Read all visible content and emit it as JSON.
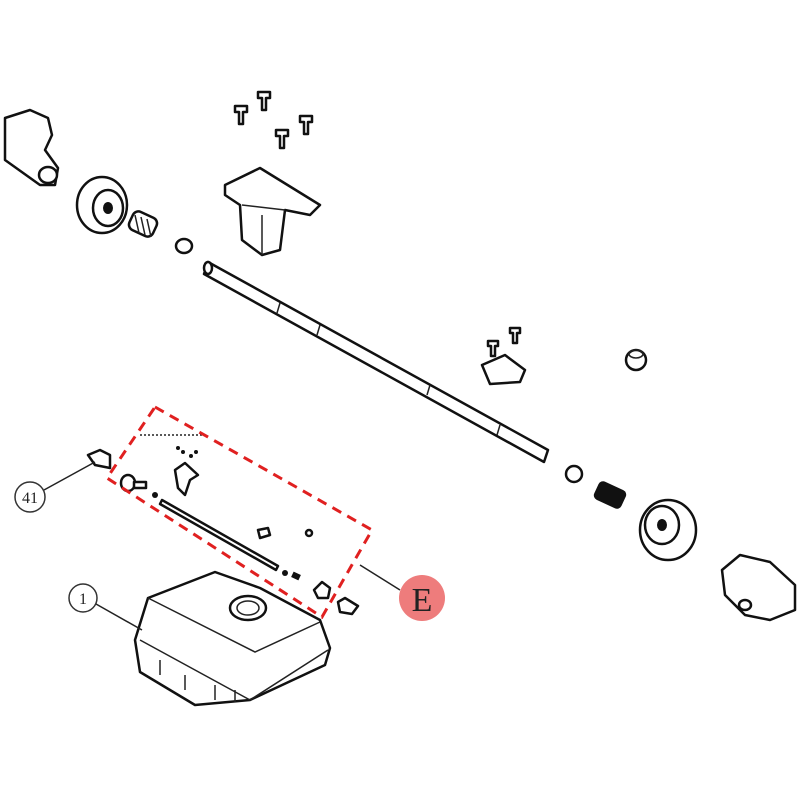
{
  "diagram": {
    "callouts": [
      {
        "id": "41",
        "label": "41"
      },
      {
        "id": "1",
        "label": "1"
      },
      {
        "id": "E",
        "label": "E"
      }
    ],
    "highlight_color": "#e02020",
    "badge_color": "#ee7c7c"
  }
}
